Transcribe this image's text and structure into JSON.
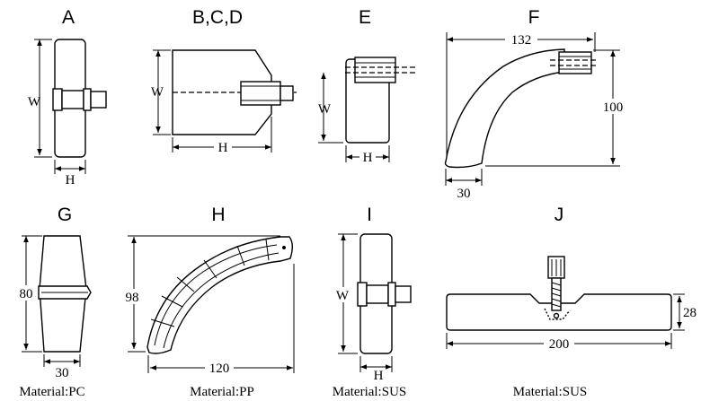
{
  "parts": [
    {
      "id": "A",
      "label": "A",
      "dims": [
        "W",
        "H"
      ],
      "material": ""
    },
    {
      "id": "BCD",
      "label": "B,C,D",
      "dims": [
        "W",
        "H"
      ],
      "material": ""
    },
    {
      "id": "E",
      "label": "E",
      "dims": [
        "W",
        "H"
      ],
      "material": ""
    },
    {
      "id": "F",
      "label": "F",
      "dims": [
        "132",
        "100",
        "30"
      ],
      "material": ""
    },
    {
      "id": "G",
      "label": "G",
      "dims": [
        "80",
        "30"
      ],
      "material": "Material:PC"
    },
    {
      "id": "H",
      "label": "H",
      "dims": [
        "98",
        "120"
      ],
      "material": "Material:PP"
    },
    {
      "id": "I",
      "label": "I",
      "dims": [
        "W",
        "H"
      ],
      "material": "Material:SUS"
    },
    {
      "id": "J",
      "label": "J",
      "dims": [
        "28",
        "200"
      ],
      "material": "Material:SUS"
    }
  ]
}
